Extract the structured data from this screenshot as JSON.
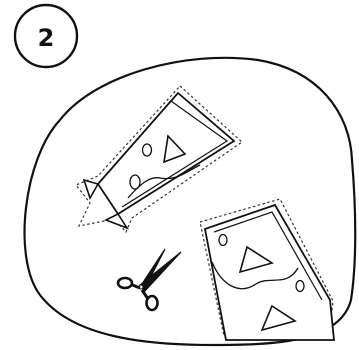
{
  "step": {
    "number": "2"
  },
  "colors": {
    "ink": "#111111",
    "paper": "#ffffff",
    "cut_line": "#333333"
  },
  "icons": {
    "step_badge": "step-number-circle",
    "tool": "scissors-icon",
    "piece_a": "fish-shaped-cutout",
    "piece_b": "paper-strip-cutout"
  }
}
